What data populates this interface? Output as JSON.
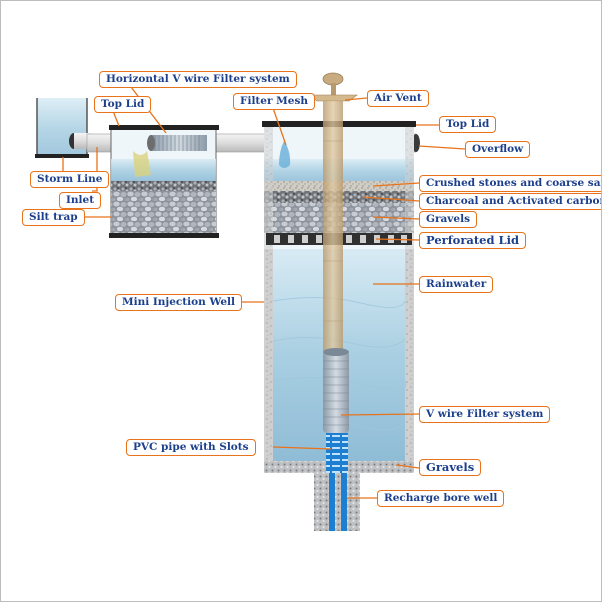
{
  "labels": {
    "horizontal_filter": "Horizontal V wire Filter system",
    "top_lid_left": "Top Lid",
    "filter_mesh": "Filter Mesh",
    "air_vent": "Air Vent",
    "top_lid_right": "Top Lid",
    "overflow": "Overflow",
    "storm_line": "Storm Line",
    "inlet": "Inlet",
    "silt_trap": "Silt trap",
    "crushed_stones": "Crushed stones and coarse sand",
    "charcoal": "Charcoal and Activated carbon",
    "gravels_upper": "Gravels",
    "perforated_lid": "Perforated Lid",
    "rainwater": "Rainwater",
    "mini_injection_well": "Mini Injection Well",
    "v_wire_filter": "V wire Filter system",
    "pvc_pipe": "PVC pipe with Slots",
    "gravels_lower": "Gravels",
    "recharge_bore_well": "Recharge bore well"
  },
  "colors": {
    "label_border": "#e8731a",
    "label_text": "#1c3f8c",
    "water": "#a9cfe2",
    "lid": "#222222",
    "wall": "#c8c8c8",
    "pipe": "#dcdcdc",
    "vent": "#c9ab82",
    "bore_blue": "#1e7fd0"
  }
}
